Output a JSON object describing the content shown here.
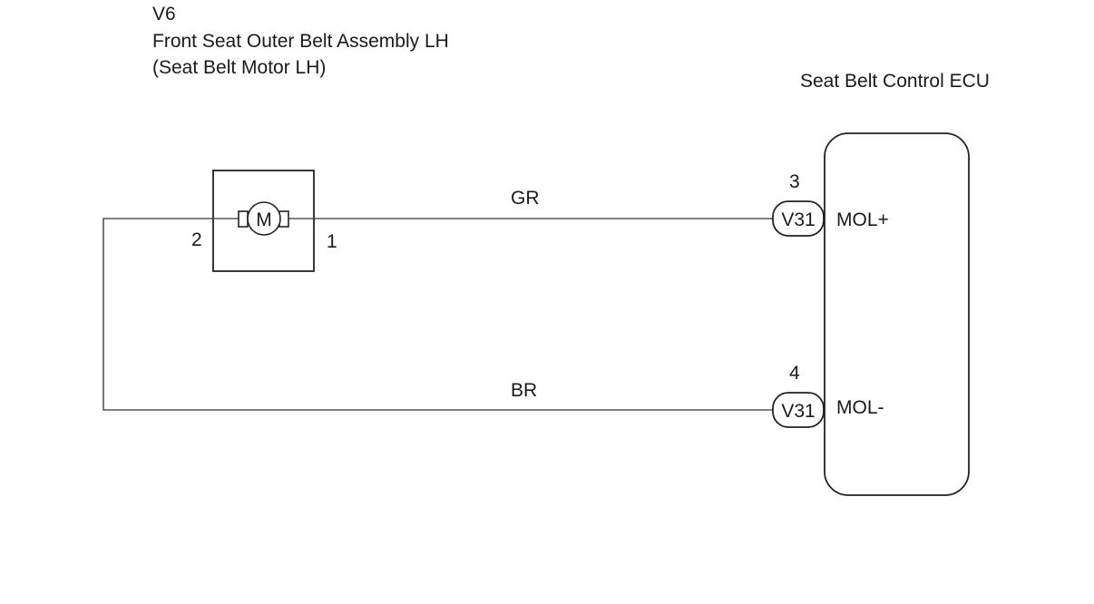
{
  "component": {
    "code": "V6",
    "name": "Front Seat Outer Belt Assembly LH",
    "subname": "(Seat Belt Motor LH)",
    "motor_symbol": "M",
    "pin_left": "2",
    "pin_right": "1"
  },
  "ecu": {
    "name": "Seat Belt Control ECU",
    "terminals": [
      {
        "pin": "3",
        "connector": "V31",
        "signal": "MOL+"
      },
      {
        "pin": "4",
        "connector": "V31",
        "signal": "MOL-"
      }
    ]
  },
  "wires": [
    {
      "color_code": "GR"
    },
    {
      "color_code": "BR"
    }
  ]
}
